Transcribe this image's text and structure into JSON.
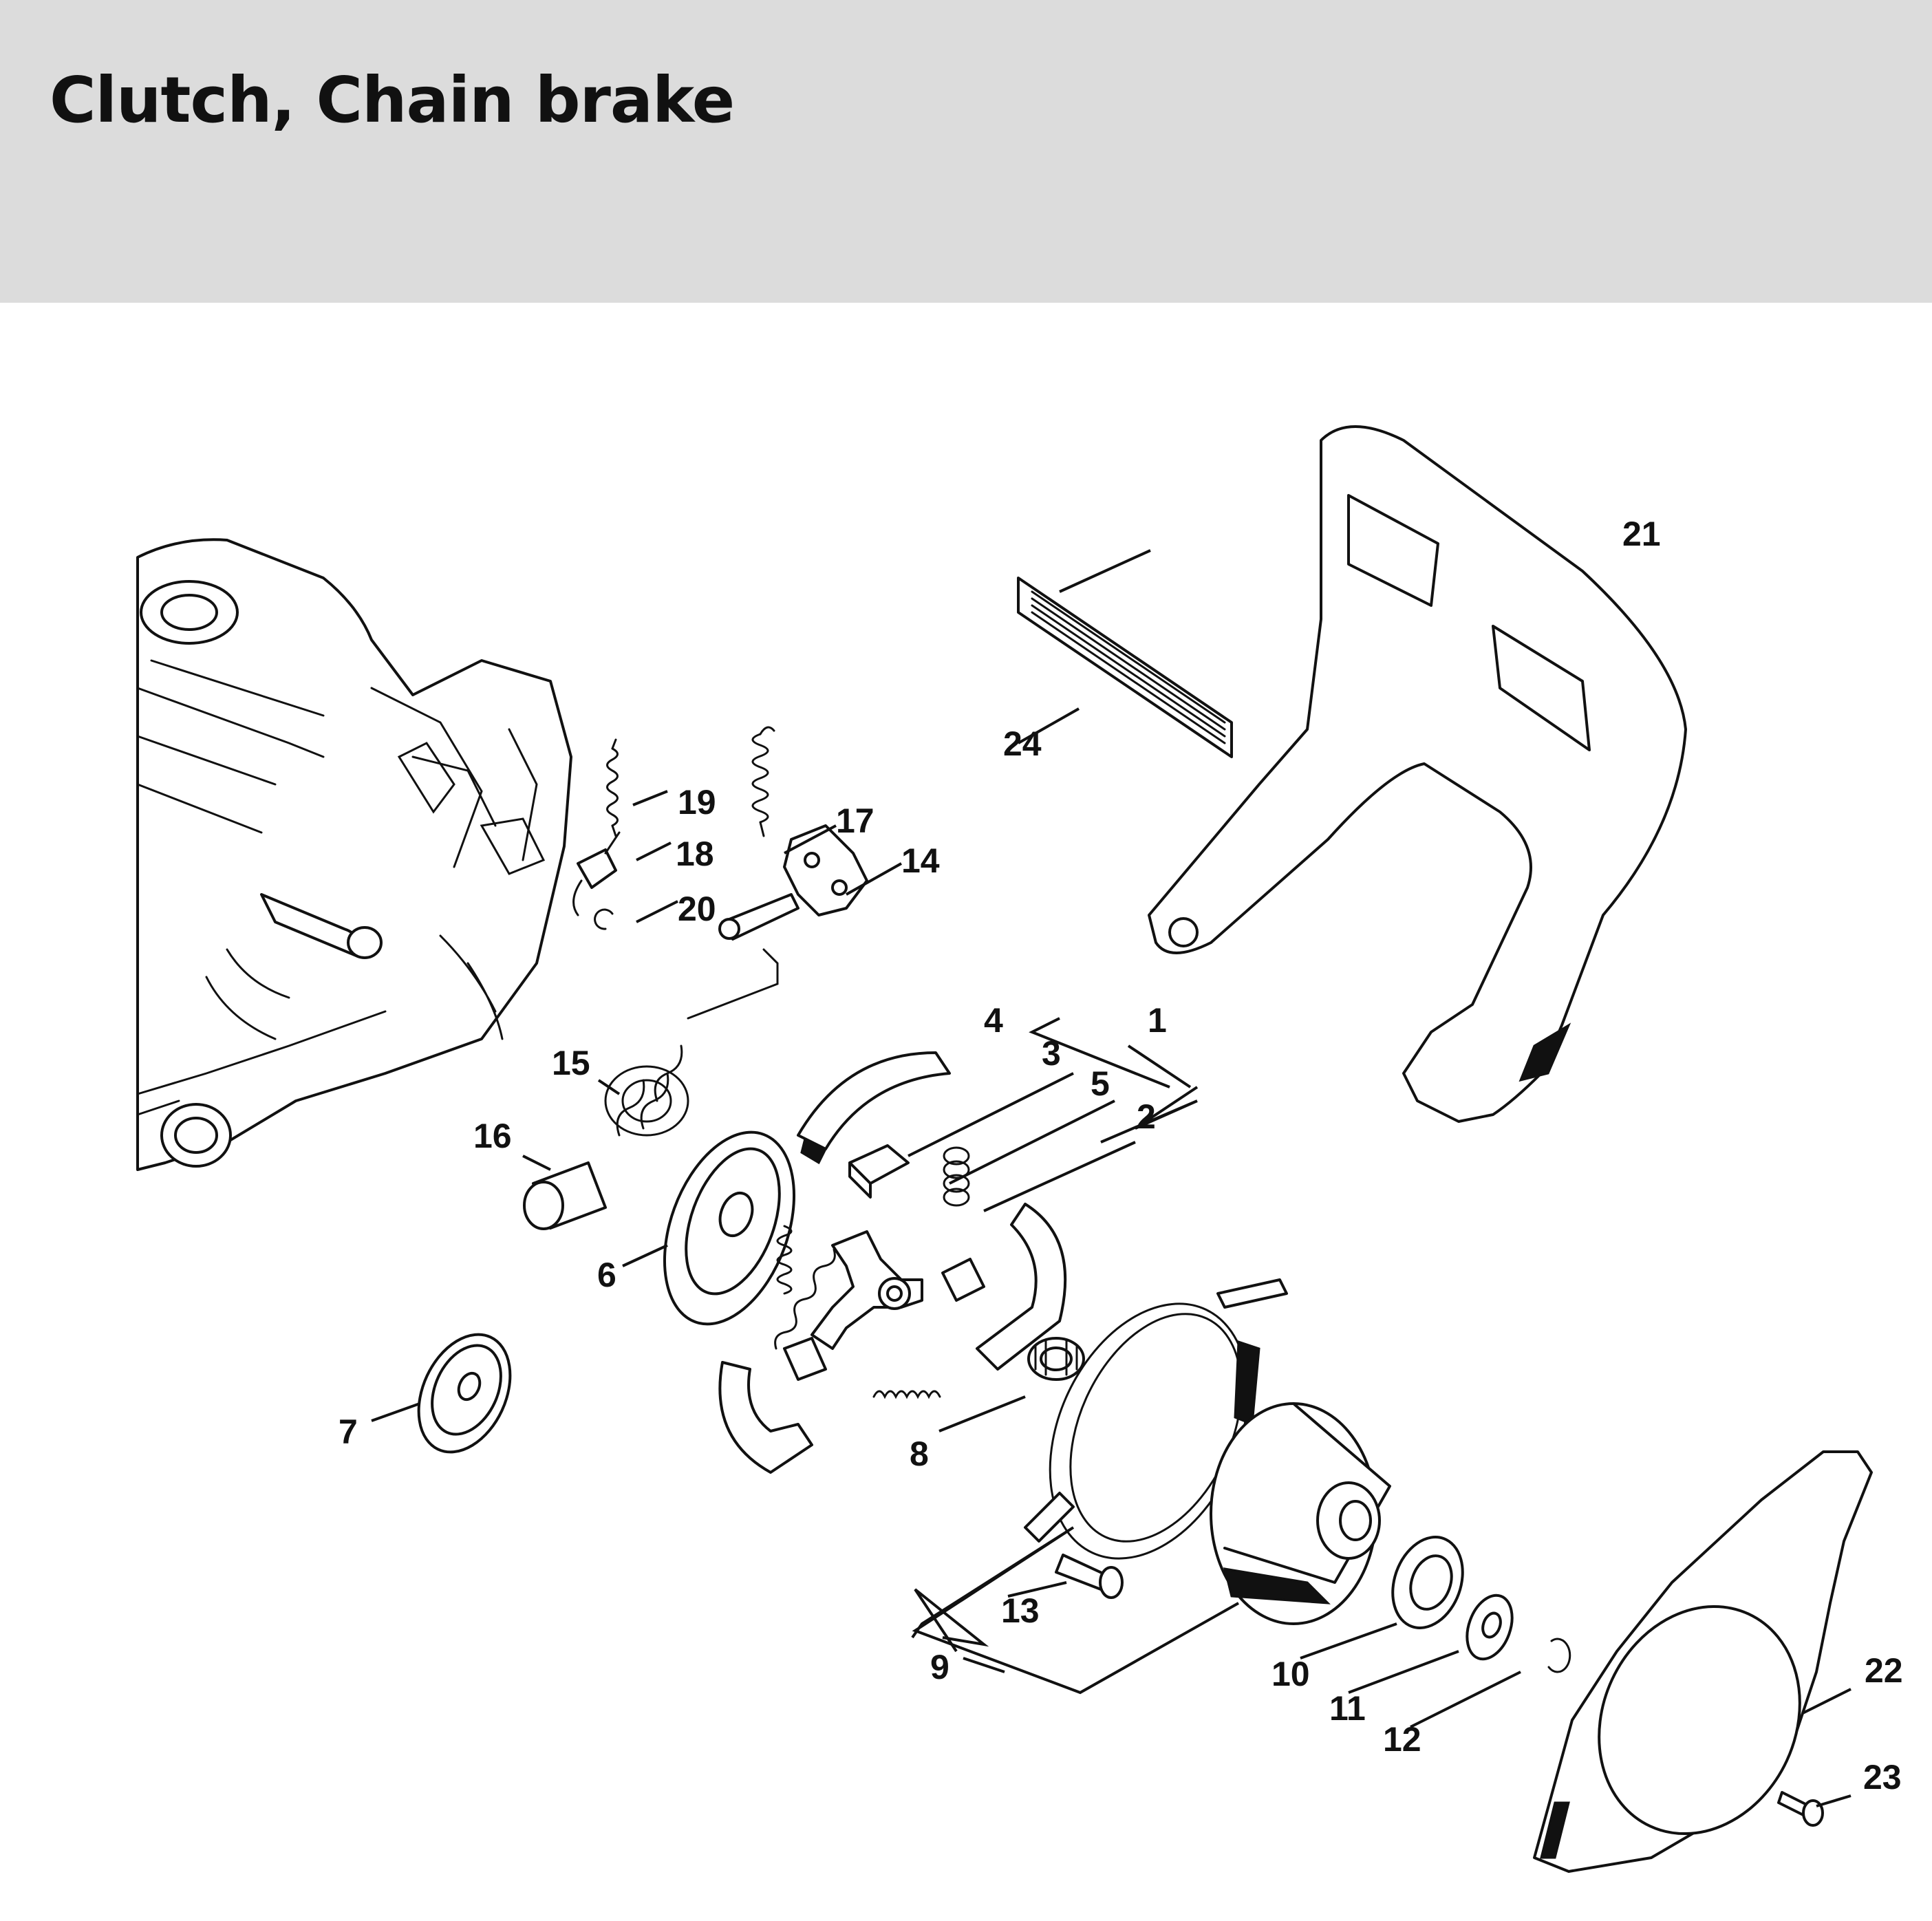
{
  "header": {
    "title": "Clutch, Chain brake"
  },
  "callouts": [
    {
      "id": "1",
      "label": "1"
    },
    {
      "id": "2",
      "label": "2"
    },
    {
      "id": "3",
      "label": "3"
    },
    {
      "id": "4",
      "label": "4"
    },
    {
      "id": "5",
      "label": "5"
    },
    {
      "id": "6",
      "label": "6"
    },
    {
      "id": "7",
      "label": "7"
    },
    {
      "id": "8",
      "label": "8"
    },
    {
      "id": "9",
      "label": "9"
    },
    {
      "id": "10",
      "label": "10"
    },
    {
      "id": "11",
      "label": "11"
    },
    {
      "id": "12",
      "label": "12"
    },
    {
      "id": "13",
      "label": "13"
    },
    {
      "id": "14",
      "label": "14"
    },
    {
      "id": "15",
      "label": "15"
    },
    {
      "id": "16",
      "label": "16"
    },
    {
      "id": "17",
      "label": "17"
    },
    {
      "id": "18",
      "label": "18"
    },
    {
      "id": "19",
      "label": "19"
    },
    {
      "id": "20",
      "label": "20"
    },
    {
      "id": "21",
      "label": "21"
    },
    {
      "id": "22",
      "label": "22"
    },
    {
      "id": "23",
      "label": "23"
    },
    {
      "id": "24",
      "label": "24"
    }
  ]
}
